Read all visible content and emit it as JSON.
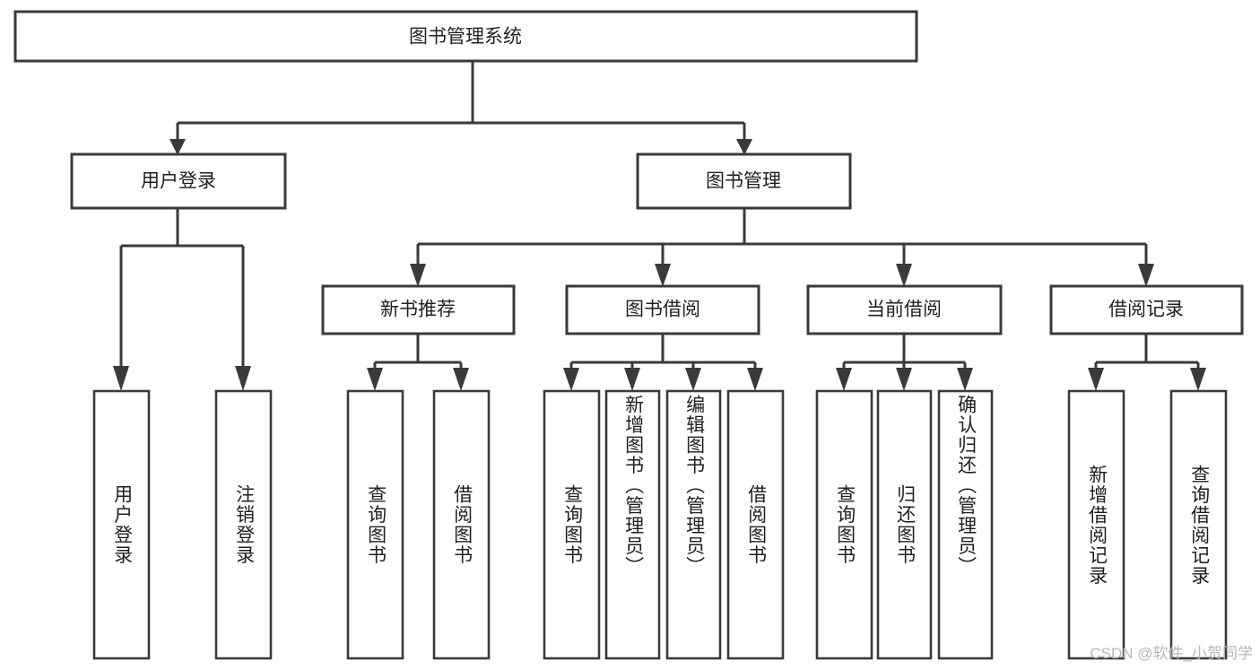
{
  "diagram": {
    "type": "tree-hierarchy",
    "title": "图书管理系统",
    "orientation": "top-down",
    "colors": {
      "box_stroke": "#3a3a3a",
      "box_fill": "#ffffff",
      "connector": "#3a3a3a",
      "text": "#1f1f1f",
      "watermark": "#b6b6b6",
      "background": "#ffffff"
    },
    "root": {
      "id": "root",
      "label": "图书管理系统",
      "orientation": "horizontal"
    },
    "level2": [
      {
        "id": "user-login",
        "label": "用户登录",
        "orientation": "horizontal"
      },
      {
        "id": "book-manage",
        "label": "图书管理",
        "orientation": "horizontal"
      }
    ],
    "level3": [
      {
        "id": "new-book-recommend",
        "label": "新书推荐",
        "parent": "book-manage",
        "orientation": "horizontal"
      },
      {
        "id": "book-borrow",
        "label": "图书借阅",
        "parent": "book-manage",
        "orientation": "horizontal"
      },
      {
        "id": "current-borrow",
        "label": "当前借阅",
        "parent": "book-manage",
        "orientation": "horizontal"
      },
      {
        "id": "borrow-record",
        "label": "借阅记录",
        "parent": "book-manage",
        "orientation": "horizontal"
      }
    ],
    "leaves": [
      {
        "id": "leaf-user-login",
        "label": "用户登录",
        "parent": "user-login",
        "orientation": "vertical"
      },
      {
        "id": "leaf-user-logout",
        "label": "注销登录",
        "parent": "user-login",
        "orientation": "vertical"
      },
      {
        "id": "leaf-query-book-1",
        "label": "查询图书",
        "parent": "new-book-recommend",
        "orientation": "vertical"
      },
      {
        "id": "leaf-borrow-book-1",
        "label": "借阅图书",
        "parent": "new-book-recommend",
        "orientation": "vertical"
      },
      {
        "id": "leaf-query-book-2",
        "label": "查询图书",
        "parent": "book-borrow",
        "orientation": "vertical"
      },
      {
        "id": "leaf-add-book",
        "label": "新增图书（管理员）",
        "parent": "book-borrow",
        "orientation": "vertical"
      },
      {
        "id": "leaf-edit-book",
        "label": "编辑图书（管理员）",
        "parent": "book-borrow",
        "orientation": "vertical"
      },
      {
        "id": "leaf-borrow-book-2",
        "label": "借阅图书",
        "parent": "book-borrow",
        "orientation": "vertical"
      },
      {
        "id": "leaf-query-book-3",
        "label": "查询图书",
        "parent": "current-borrow",
        "orientation": "vertical"
      },
      {
        "id": "leaf-return-book",
        "label": "归还图书",
        "parent": "current-borrow",
        "orientation": "vertical"
      },
      {
        "id": "leaf-confirm-return",
        "label": "确认归还（管理员）",
        "parent": "current-borrow",
        "orientation": "vertical"
      },
      {
        "id": "leaf-add-record",
        "label": "新增借阅记录",
        "parent": "borrow-record",
        "orientation": "vertical"
      },
      {
        "id": "leaf-query-record",
        "label": "查询借阅记录",
        "parent": "borrow-record",
        "orientation": "vertical"
      }
    ]
  },
  "watermark": {
    "text": "CSDN @软件_小贺同学"
  }
}
